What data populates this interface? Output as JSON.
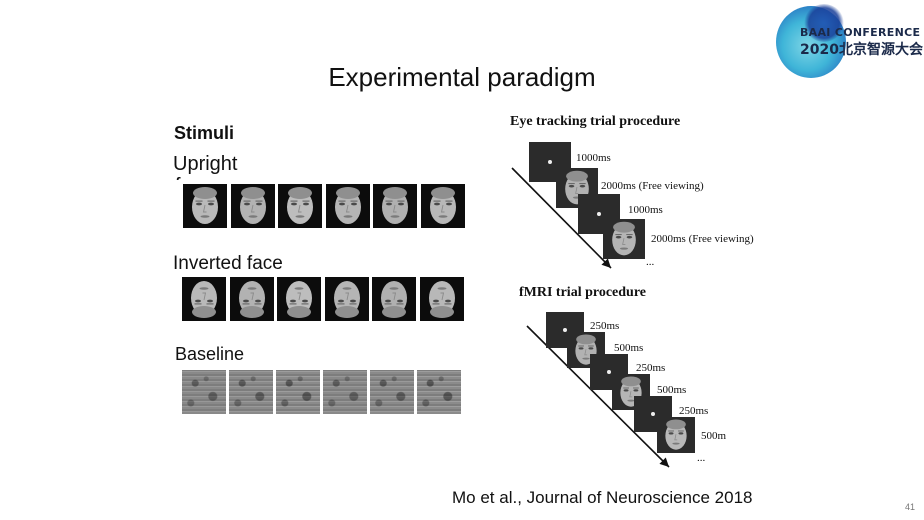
{
  "logo": {
    "line1": "BAAI CONFERENCE",
    "line2": "2020北京智源大会"
  },
  "title": "Experimental paradigm",
  "stimuli": {
    "heading": "Stimuli",
    "upright_label": "Upright",
    "upright_cut_glyph": "f",
    "inverted_label": "Inverted face",
    "baseline_label": "Baseline"
  },
  "eye_tracking": {
    "heading": "Eye tracking trial procedure",
    "steps": [
      "1000ms",
      "2000ms (Free viewing)",
      "1000ms",
      "2000ms (Free viewing)"
    ],
    "ellipsis": "..."
  },
  "fmri": {
    "heading": "fMRI trial procedure",
    "steps": [
      "250ms",
      "500ms",
      "250ms",
      "500ms",
      "250ms",
      "500m"
    ],
    "ellipsis": "..."
  },
  "citation": "Mo et al., Journal of Neuroscience  2018",
  "page_number": "41"
}
